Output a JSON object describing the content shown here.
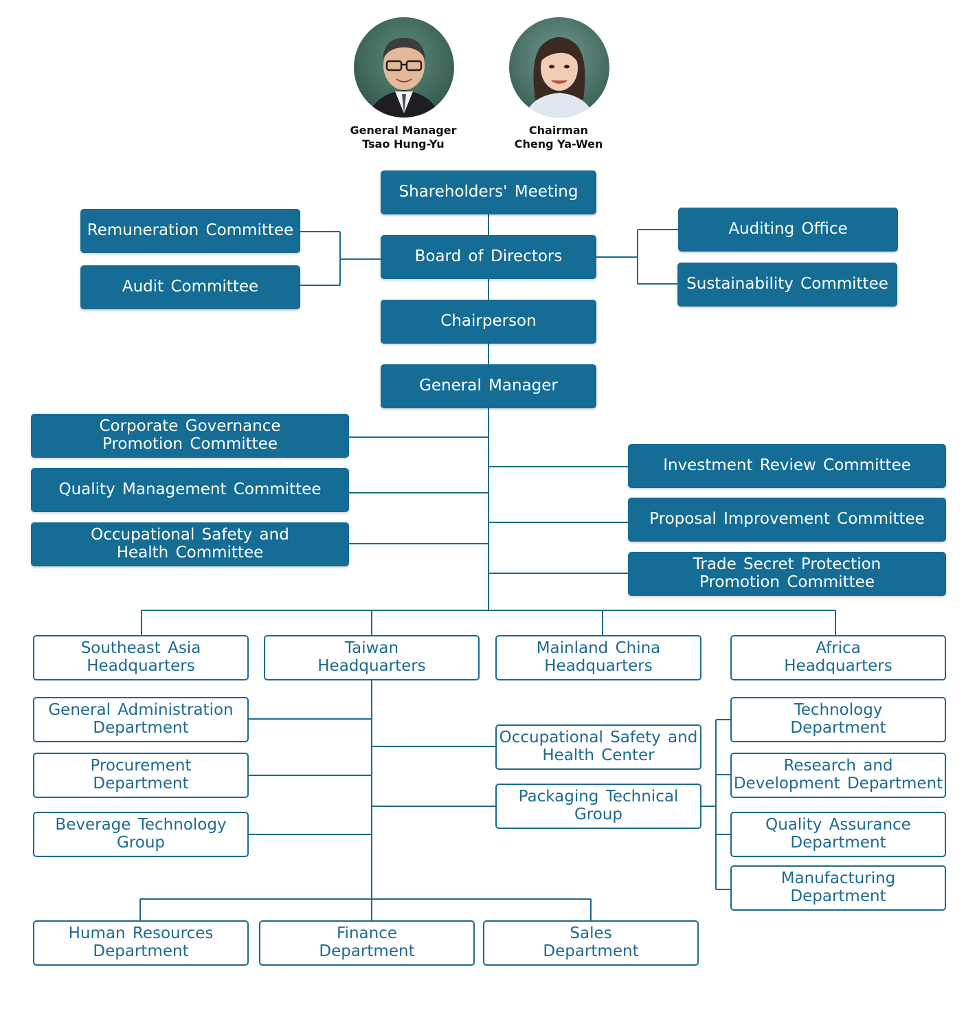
{
  "people": [
    {
      "role": "General Manager",
      "name": "Tsao Hung-Yu"
    },
    {
      "role": "Chairman",
      "name": "Cheng Ya-Wen"
    }
  ],
  "colors": {
    "box_fill": "#156c94",
    "outline": "#1d6a90",
    "line": "#1d6a90"
  },
  "boxes": {
    "shareholders": "Shareholders' Meeting",
    "board": "Board of Directors",
    "chairperson": "Chairperson",
    "general_manager": "General Manager",
    "remuneration": "Remuneration Committee",
    "audit_committee": "Audit Committee",
    "auditing_office": "Auditing Office",
    "sustainability": "Sustainability Committee",
    "corp_gov_1": "Corporate Governance",
    "corp_gov_2": "Promotion Committee",
    "quality_mgmt": "Quality Management Committee",
    "occ_safety_committee_1": "Occupational Safety and",
    "occ_safety_committee_2": "Health Committee",
    "investment_review": "Investment Review Committee",
    "proposal_improvement": "Proposal Improvement Committee",
    "trade_secret_1": "Trade Secret Protection",
    "trade_secret_2": "Promotion Committee",
    "sea_hq_1": "Southeast Asia",
    "sea_hq_2": "Headquarters",
    "taiwan_hq_1": "Taiwan",
    "taiwan_hq_2": "Headquarters",
    "china_hq_1": "Mainland China",
    "china_hq_2": "Headquarters",
    "africa_hq_1": "Africa",
    "africa_hq_2": "Headquarters",
    "general_admin_1": "General Administration",
    "general_admin_2": "Department",
    "procurement_1": "Procurement",
    "procurement_2": "Department",
    "beverage_tech_1": "Beverage Technology",
    "beverage_tech_2": "Group",
    "occ_safety_center_1": "Occupational Safety and",
    "occ_safety_center_2": "Health Center",
    "packaging_tech_1": "Packaging Technical",
    "packaging_tech_2": "Group",
    "technology_dept_1": "Technology",
    "technology_dept_2": "Department",
    "rnd_dept_1": "Research and",
    "rnd_dept_2": "Development Department",
    "qa_dept_1": "Quality Assurance",
    "qa_dept_2": "Department",
    "manufacturing_dept_1": "Manufacturing",
    "manufacturing_dept_2": "Department",
    "hr_dept_1": "Human Resources",
    "hr_dept_2": "Department",
    "finance_dept_1": "Finance",
    "finance_dept_2": "Department",
    "sales_dept_1": "Sales",
    "sales_dept_2": "Department"
  }
}
